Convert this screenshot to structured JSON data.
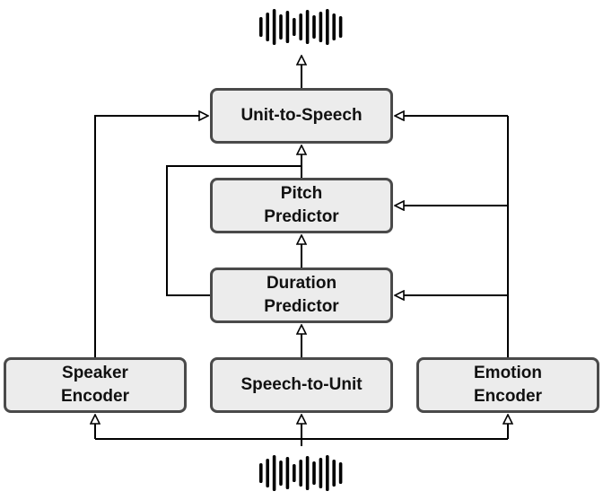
{
  "blocks": {
    "unit_to_speech": "Unit-to-Speech",
    "pitch_predictor": "Pitch\nPredictor",
    "duration_predictor": "Duration\nPredictor",
    "speaker_encoder": "Speaker\nEncoder",
    "speech_to_unit": "Speech-to-Unit",
    "emotion_encoder": "Emotion\nEncoder"
  },
  "icons": {
    "output_audio": "audio-waveform-icon",
    "input_audio": "audio-waveform-icon"
  },
  "colors": {
    "block_fill": "#ececec",
    "block_border": "#4a4a4a",
    "line": "#000000"
  }
}
